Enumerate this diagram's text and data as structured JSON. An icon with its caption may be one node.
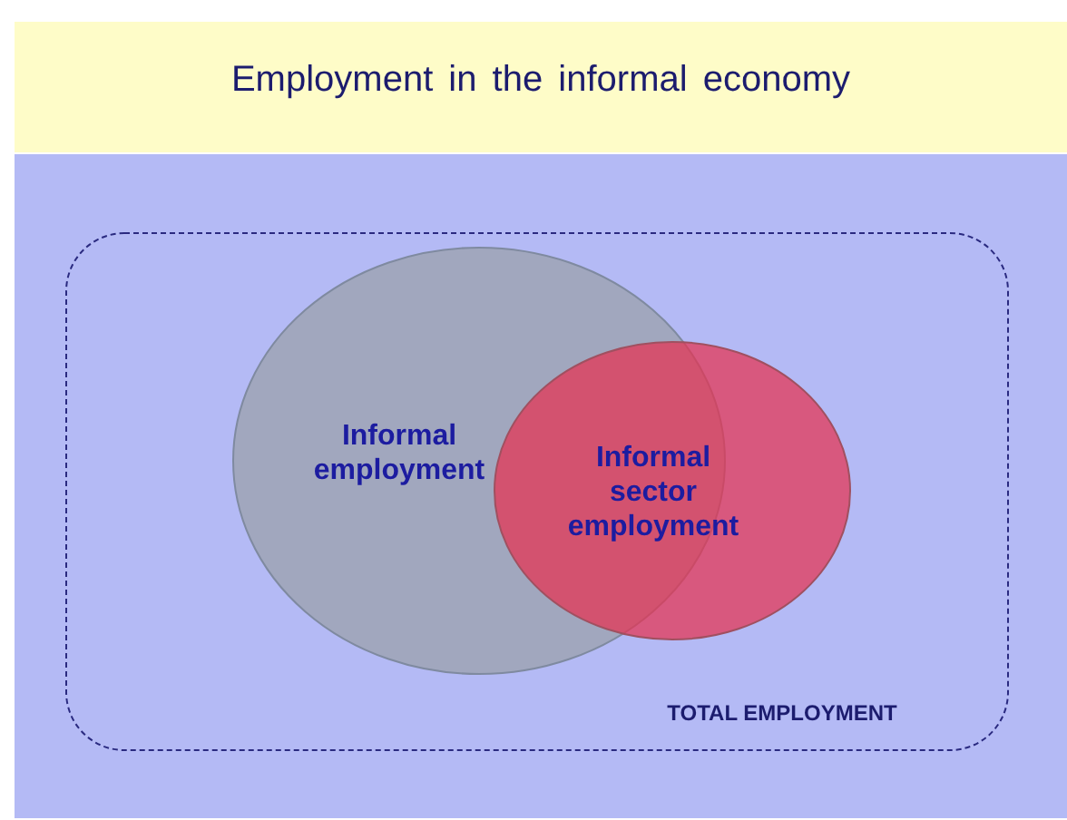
{
  "diagram": {
    "title": "Employment in the informal economy",
    "nodes": [
      {
        "text": [
          "TOTAL EMPLOYMENT"
        ]
      },
      {
        "text": [
          "Informal employment"
        ],
        "in": 0
      },
      {
        "text": [
          "Informal sector employment"
        ],
        "in": 0
      }
    ],
    "edges": []
  }
}
